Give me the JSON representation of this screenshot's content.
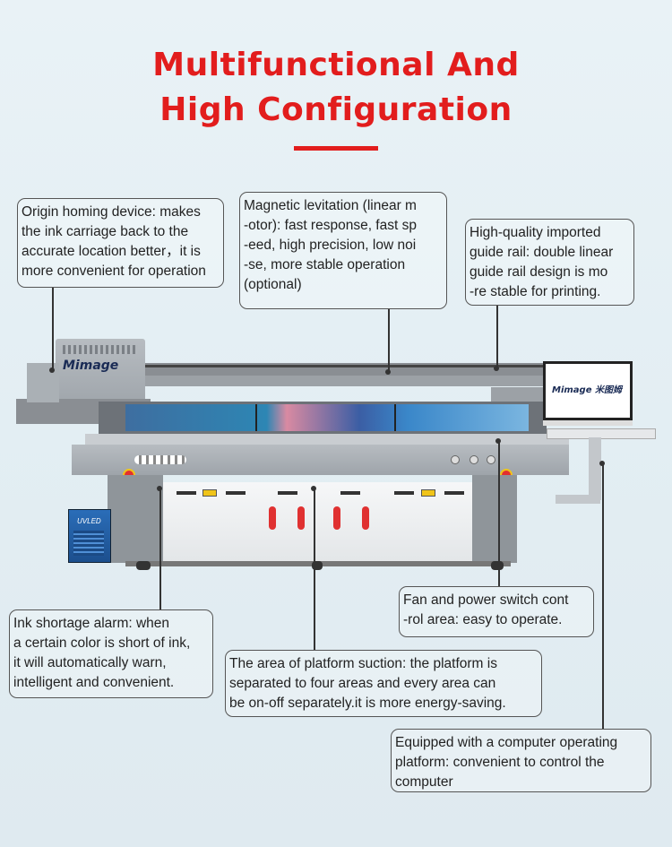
{
  "title": {
    "line1": "Multifunctional And",
    "line2": "High Configuration",
    "accent_color": "#e21d1d"
  },
  "callouts": {
    "origin": "Origin homing device: makes\nthe ink carriage back to the\naccurate location better，it is\nmore convenient for operation",
    "maglev": "Magnetic levitation (linear m\n-otor): fast response, fast sp\n-eed, high precision, low noi\n-se, more stable operation\n(optional)",
    "guide": "High-quality imported\nguide rail: double linear\nguide rail design is mo\n-re stable for printing.",
    "fan": "Fan and power switch cont\n-rol area: easy to operate.",
    "ink": "Ink shortage alarm: when\na certain color is short of ink,\nit will automatically warn,\nintelligent and convenient.",
    "suction": "The area of platform suction: the platform is\nseparated to four areas and every area can\nbe on-off separately.it is more energy-saving.",
    "computer": "Equipped with a computer operating\nplatform: convenient to control the\ncomputer"
  },
  "printer": {
    "brand_carriage": "Mimage",
    "brand_monitor": "Mimage 米图姆",
    "uv_unit_label": "UVLED",
    "handle_color": "#e03131"
  }
}
